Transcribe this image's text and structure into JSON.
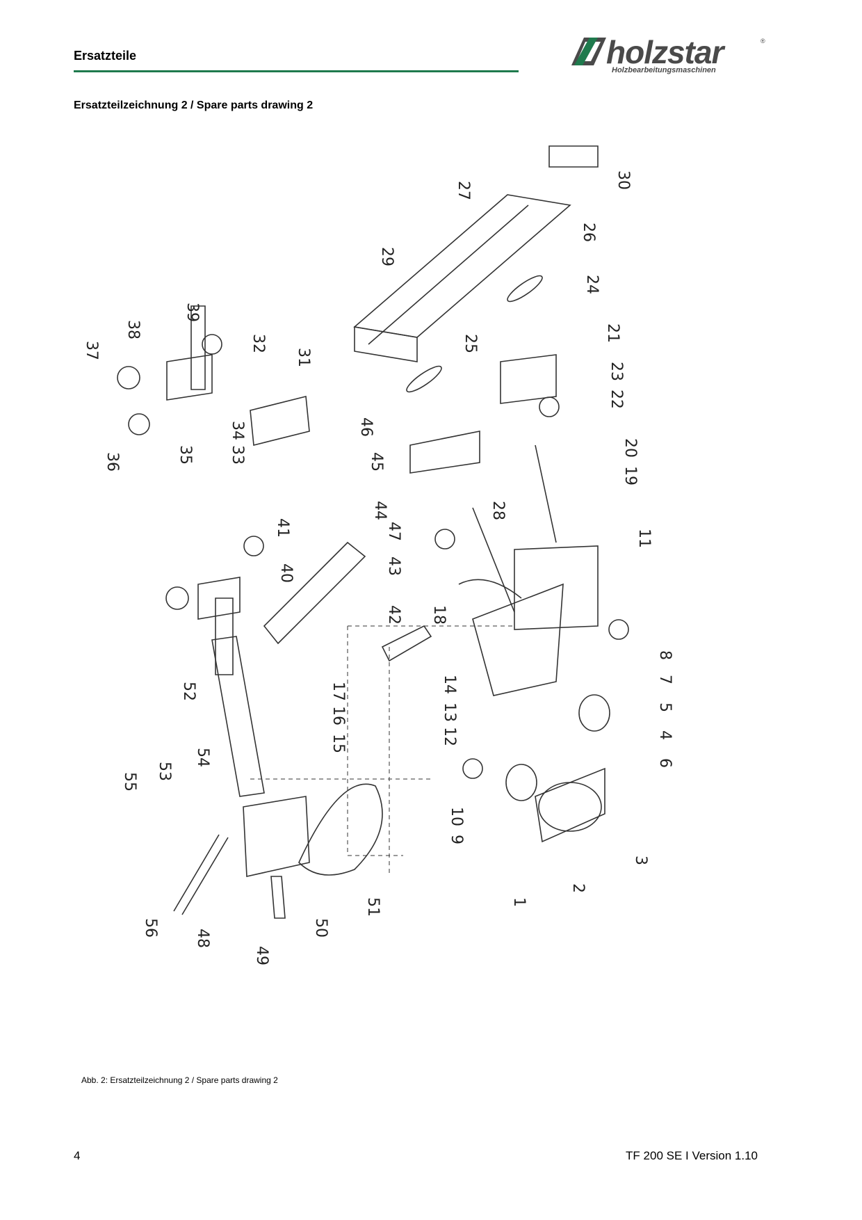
{
  "header": {
    "title": "Ersatzteile",
    "logo_word": "holzstar",
    "logo_registered": "®",
    "logo_subtitle": "Holzbearbeitungsmaschinen"
  },
  "section_title": "Ersatzteilzeichnung 2 / Spare parts drawing 2",
  "figure": {
    "part_numbers": [
      "1",
      "2",
      "3",
      "4",
      "5",
      "6",
      "7",
      "8",
      "9",
      "10",
      "11",
      "12",
      "13",
      "14",
      "15",
      "16",
      "17",
      "18",
      "19",
      "20",
      "21",
      "22",
      "23",
      "24",
      "25",
      "26",
      "27",
      "28",
      "29",
      "30",
      "31",
      "32",
      "33",
      "34",
      "35",
      "36",
      "37",
      "38",
      "39",
      "40",
      "41",
      "42",
      "43",
      "44",
      "45",
      "46",
      "47",
      "48",
      "49",
      "50",
      "51",
      "52",
      "53",
      "54",
      "55",
      "56"
    ],
    "caption": "Abb. 2: Ersatzteilzeichnung 2 / Spare parts drawing 2"
  },
  "footer": {
    "page_number": "4",
    "document": "TF 200 SE I Version 1.10"
  },
  "colors": {
    "accent_green": "#1f7a4d",
    "logo_grey": "#4a4a4a"
  }
}
